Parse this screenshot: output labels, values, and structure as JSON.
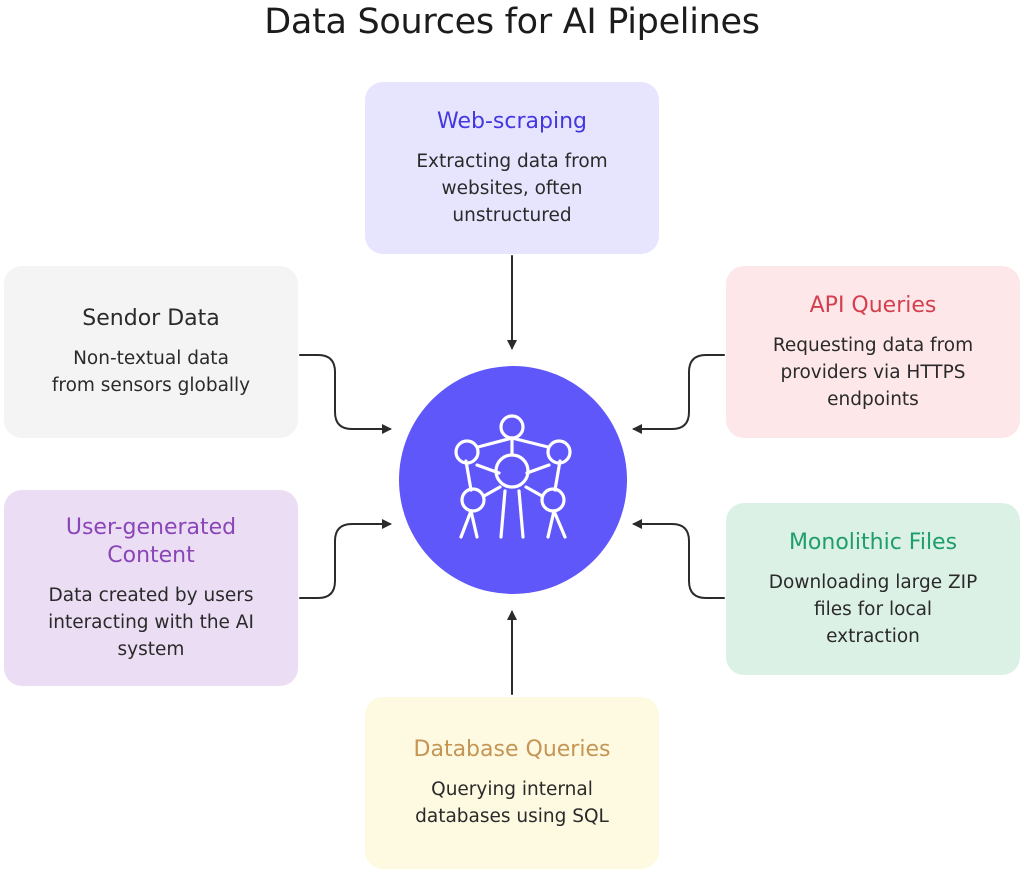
{
  "title": "Data Sources for AI Pipelines",
  "hub": {
    "icon": "atom-molecule-icon",
    "color": "#5F57FA"
  },
  "sources": {
    "web_scraping": {
      "heading": "Web-scraping",
      "description": "Extracting data from websites, often unstructured",
      "bg": "#E7E5FE",
      "color": "#4338E0"
    },
    "sensor_data": {
      "heading": "Sendor Data",
      "description": "Non-textual data from sensors globally",
      "bg": "#F4F4F4",
      "color": "#2A2A2A"
    },
    "api_queries": {
      "heading": "API Queries",
      "description": "Requesting data from providers via HTTPS endpoints",
      "bg": "#FDE7E9",
      "color": "#D43F4E"
    },
    "user_generated": {
      "heading": "User-generated Content",
      "description": "Data created by users interacting with the AI system",
      "bg": "#EBDDF3",
      "color": "#8A45B8"
    },
    "monolithic_files": {
      "heading": "Monolithic Files",
      "description": "Downloading large ZIP files for local extraction",
      "bg": "#DCF1E6",
      "color": "#1E9E6A"
    },
    "database_queries": {
      "heading": "Database Queries",
      "description": "Querying internal databases using SQL",
      "bg": "#FEF9E1",
      "color": "#C49554"
    }
  }
}
